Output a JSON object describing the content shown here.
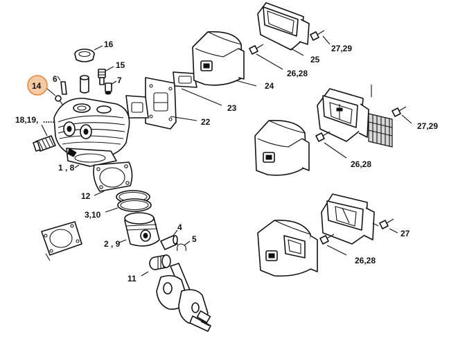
{
  "highlight_color": "#f5c9a3",
  "highlight_stroke": "#e08a40",
  "callouts": {
    "c16": "16",
    "c15": "15",
    "c7": "7",
    "c6": "6",
    "c14": "14",
    "c18": "18,19,",
    "c18_dots": ".....",
    "c1_8": "1 , 8",
    "c12": "12",
    "c3_10": "3,10",
    "c2_9": "2 , 9",
    "c4": "4",
    "c5": "5",
    "c11": "11",
    "c22": "22",
    "c23": "23",
    "c24": "24",
    "c25": "25",
    "c27_29_top": "27,29",
    "c26_28_top": "26,28",
    "c27_29_mid": "27,29",
    "c26_28_mid": "26,28",
    "c27": "27",
    "c26_28_bot": "26,28"
  }
}
